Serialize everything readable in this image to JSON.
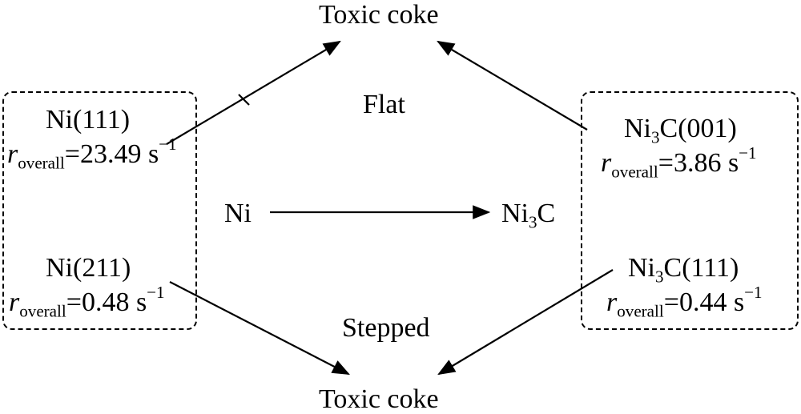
{
  "top_product": "Toxic coke",
  "bottom_product": "Toxic coke",
  "flat_label": "Flat",
  "stepped_label": "Stepped",
  "center_left": "Ni",
  "center_right": {
    "base": "Ni",
    "sub": "3",
    "rest": "C"
  },
  "ni111": {
    "name": "Ni(111)",
    "r": "r",
    "r_sub": "overall",
    "value": "=23.49 s",
    "exp": "−1"
  },
  "ni211": {
    "name": "Ni(211)",
    "r": "r",
    "r_sub": "overall",
    "value": "=0.48 s",
    "exp": "−1"
  },
  "ni3c001": {
    "name_base": "Ni",
    "name_sub": "3",
    "name_rest": "C(001)",
    "r": "r",
    "r_sub": "overall",
    "value": "=3.86 s",
    "exp": "−1"
  },
  "ni3c111": {
    "name_base": "Ni",
    "name_sub": "3",
    "name_rest": "C(111)",
    "r": "r",
    "r_sub": "overall",
    "value": "=0.44 s",
    "exp": "−1"
  }
}
